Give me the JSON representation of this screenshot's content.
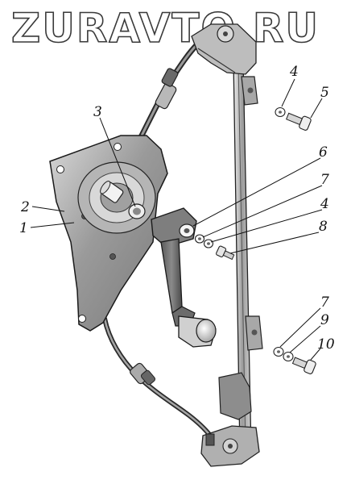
{
  "watermark": {
    "text": "ZURAVTO.RU",
    "fill": "#ffffff",
    "stroke": "#3a3a3a"
  },
  "colors": {
    "metal": "#8e8e8e",
    "metal_light": "#cfcfcf",
    "metal_dark": "#555555",
    "outline": "#1a1a1a"
  },
  "callouts": {
    "c1": "1",
    "c2": "2",
    "c3": "3",
    "c4a": "4",
    "c4b": "4",
    "c5": "5",
    "c6": "6",
    "c7a": "7",
    "c7b": "7",
    "c8": "8",
    "c9": "9",
    "c10": "10"
  }
}
